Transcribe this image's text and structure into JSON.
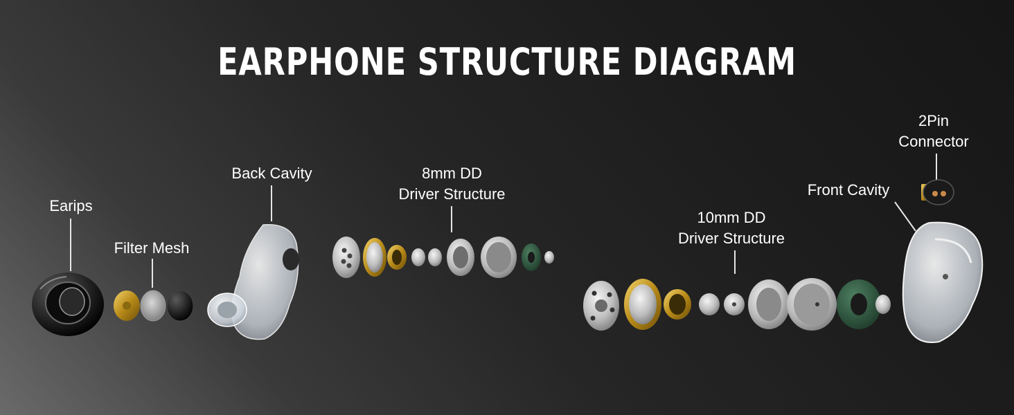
{
  "title": "EARPHONE STRUCTURE DIAGRAM",
  "labels": {
    "eartips": "Earips",
    "filter_mesh": "Filter Mesh",
    "back_cavity": "Back Cavity",
    "driver_8mm_line1": "8mm DD",
    "driver_8mm_line2": "Driver Structure",
    "driver_10mm_line1": "10mm DD",
    "driver_10mm_line2": "Driver Structure",
    "front_cavity": "Front Cavity",
    "connector_line1": "2Pin",
    "connector_line2": "Connector"
  },
  "colors": {
    "text": "#ffffff",
    "leader_line": "#e6e6e6",
    "gold": "#c9a227",
    "green_gasket": "#2f5a3f",
    "clear_shell": "#dfe4ea"
  }
}
